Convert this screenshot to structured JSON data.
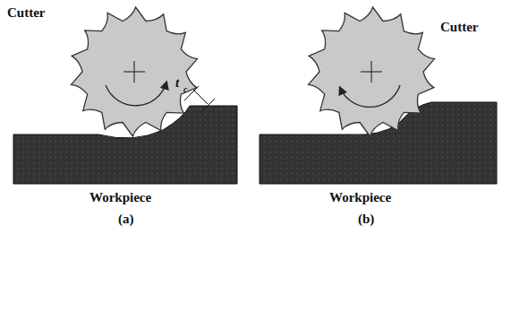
{
  "diagram": {
    "labels": [
      "Cutter",
      "t",
      "c",
      "Workpiece",
      "(a)",
      "Cutter",
      "Workpiece",
      "(b)"
    ]
  }
}
